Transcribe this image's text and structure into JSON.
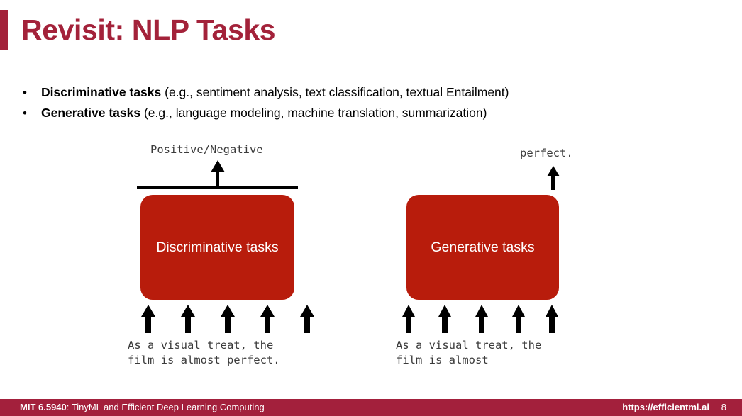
{
  "slide": {
    "title": "Revisit: NLP Tasks",
    "accent_color": "#a3223a",
    "box_color": "#b81c0c",
    "footer_color": "#a3203c"
  },
  "bullets": [
    {
      "marker": "•",
      "lead": "Discriminative tasks",
      "rest": " (e.g., sentiment analysis, text classification, textual Entailment)"
    },
    {
      "marker": "•",
      "lead": "Generative tasks",
      "rest": " (e.g., language modeling, machine translation, summarization)"
    }
  ],
  "diagrams": {
    "left": {
      "output_label": "Positive/Negative",
      "box_label": "Discriminative tasks",
      "input_line1": "As a visual treat, the",
      "input_line2": "film is almost perfect.",
      "input_arrow_count": 5,
      "has_output_bar": true
    },
    "right": {
      "output_label": "perfect.",
      "box_label": "Generative tasks",
      "input_line1": "As a visual treat, the",
      "input_line2": "film is almost",
      "input_arrow_count": 5,
      "has_output_bar": false
    }
  },
  "footer": {
    "course": "MIT 6.5940",
    "course_rest": ": TinyML and Efficient Deep Learning Computing",
    "url": "https://efficientml.ai",
    "page": "8"
  }
}
